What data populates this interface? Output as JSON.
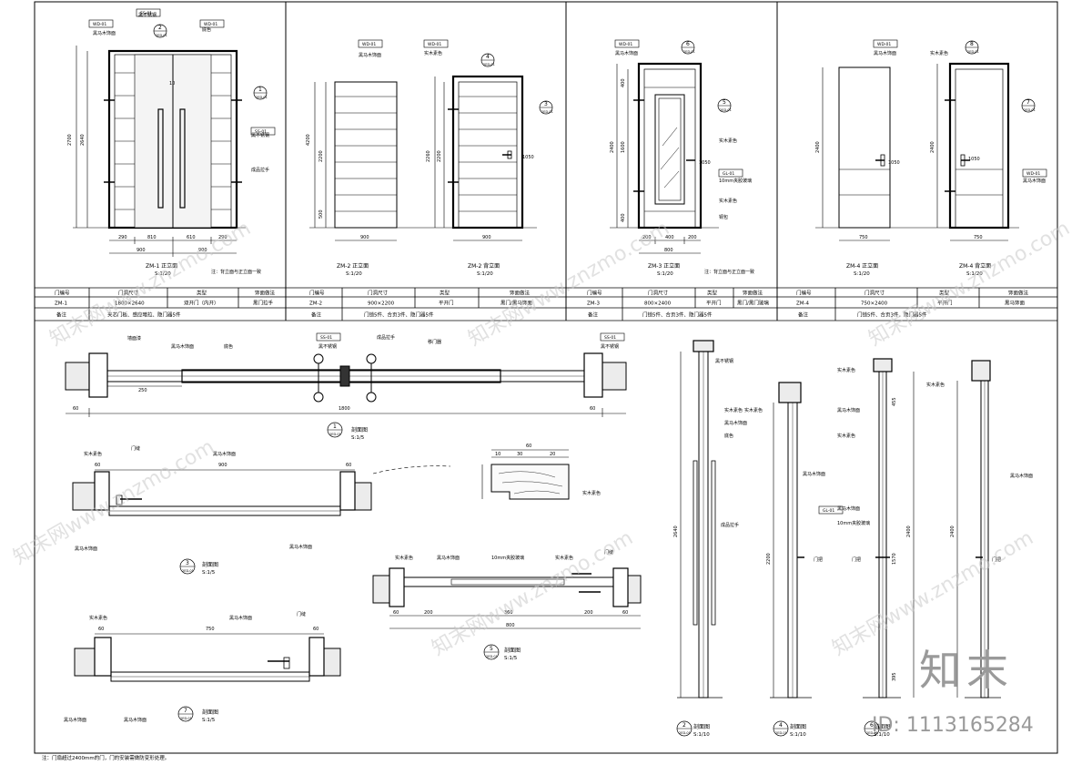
{
  "panels": {
    "zm1": {
      "title": "ZM-1 正立面",
      "scale": "S:1/20",
      "note": "注：背立面与正立面一致",
      "dims": {
        "h_total": "2700",
        "h_inner": "2640",
        "w_parts": [
          "290",
          "810",
          "610",
          "290"
        ],
        "w_total": "900",
        "w_total2": "900",
        "gap": "10"
      },
      "labels": {
        "a": "黑马木饰面",
        "b": "黑不锈钢",
        "c": "底色",
        "d": "黑不锈钢",
        "e": "成品拉手"
      }
    },
    "zm2": {
      "title": "ZM-2 正立面",
      "title_b": "ZM-2 背立面",
      "scale": "S:1/20",
      "dims": {
        "h1": "4200",
        "h2": "2200",
        "h3": "500",
        "h4": "2260",
        "h5": "2200",
        "w1": "900",
        "w2": "900",
        "handle": "1050"
      },
      "labels": {
        "a": "黑马木饰面",
        "b": "实木素色"
      }
    },
    "zm3": {
      "title": "ZM-3 正立面",
      "scale": "S:1/20",
      "note": "注：背立面与正立面一致",
      "dims": {
        "h1": "400",
        "h2": "1600",
        "h3": "400",
        "h_total": "2400",
        "w_parts": [
          "200",
          "400",
          "200"
        ],
        "w_total": "800",
        "handle": "1050"
      },
      "labels": {
        "a": "黑马木饰面",
        "b": "实木素色",
        "c": "10mm夹胶玻璃",
        "d": "实木素色",
        "e": "铜包"
      }
    },
    "zm4": {
      "title": "ZM-4 正立面",
      "title_b": "ZM-4 背立面",
      "scale": "S:1/20",
      "dims": {
        "h1": "2400",
        "h2": "2400",
        "w1": "750",
        "w2": "750",
        "handle": "1050",
        "handle2": "1050"
      },
      "labels": {
        "a": "黑马木饰面",
        "b": "实木素色",
        "c": "黑马木饰面"
      }
    }
  },
  "tags": {
    "wd": "WD-01",
    "ss": "SS-01",
    "gl": "GL-01",
    "ref": "2ED-01"
  },
  "markers": {
    "m1": "1",
    "m2": "2",
    "m3": "3",
    "m4": "4",
    "m5": "5",
    "m6": "6",
    "m7": "7",
    "m8": "8"
  },
  "table": {
    "headers": [
      "门编号",
      "门洞尺寸",
      "类型",
      "饰面做法"
    ],
    "note_label": "备注",
    "rows": [
      {
        "id": "ZM-1",
        "size": "1800×2640",
        "type": "双开门（内开）",
        "finish": "黑门拉手",
        "note": "夹芯门板、感应暗拉、隐门器5件"
      },
      {
        "id": "ZM-2",
        "size": "900×2200",
        "type": "平开门",
        "finish": "黑门/黑马饰面",
        "note": "门锁5件、合页3件、隐门器5件"
      },
      {
        "id": "ZM-3",
        "size": "800×2400",
        "type": "平开门",
        "finish": "黑门/黑门玻璃",
        "note": "门锁5件、合页3件、隐门器5件"
      },
      {
        "id": "ZM-4",
        "size": "750×2400",
        "type": "平开门",
        "finish": "黑马饰面",
        "note": "门锁5件、合页3件、隐门器5件"
      }
    ]
  },
  "sections": {
    "s1": {
      "title": "剖面图",
      "scale": "S:1/5",
      "dims": {
        "a": "60",
        "b": "1800",
        "c": "60",
        "d": "250"
      },
      "labels": {
        "a": "墙面漆",
        "b": "黑马木饰面",
        "c": "底色",
        "d": "黑不锈钢",
        "e": "成品拉手",
        "f": "移门器",
        "g": "黑不锈钢"
      }
    },
    "s3": {
      "title": "剖面图",
      "scale": "S:1/5",
      "dims": {
        "a": "60",
        "b": "900",
        "c": "60"
      },
      "labels": {
        "a": "实木素色",
        "b": "门缝",
        "c": "黑马木饰面",
        "d": "黑马木饰面",
        "e": "黑马木饰面"
      }
    },
    "detail": {
      "dims": {
        "a": "60",
        "b": "10",
        "c": "30",
        "d": "20"
      },
      "labels": {
        "a": "实木素色"
      }
    },
    "s5": {
      "title": "剖面图",
      "scale": "S:1/5",
      "dims": {
        "a": "60",
        "b": "200",
        "c": "360",
        "d": "200",
        "e": "60",
        "f": "800"
      },
      "labels": {
        "a": "实木素色",
        "b": "黑马木饰面",
        "c": "10mm夹胶玻璃",
        "d": "实木素色",
        "e": "门缝"
      }
    },
    "s7": {
      "title": "剖面图",
      "scale": "S:1/5",
      "dims": {
        "a": "60",
        "b": "750",
        "c": "60"
      },
      "labels": {
        "a": "实木素色",
        "b": "黑马木饰面",
        "c": "门缝",
        "d": "黑马木饰面",
        "e": "黑马木饰面"
      }
    },
    "v2": {
      "title": "剖面图",
      "scale": "S:1/10",
      "dims": {
        "h": "2640"
      },
      "labels": {
        "a": "黑不锈钢",
        "b": "实木素色",
        "c": "黑马木饰面",
        "d": "底色",
        "e": "成品拉手"
      }
    },
    "v4": {
      "title": "剖面图",
      "scale": "S:1/10",
      "dims": {
        "h": "2200"
      },
      "labels": {
        "a": "实木素色",
        "b": "黑马木饰面",
        "c": "门把"
      }
    },
    "v6": {
      "title": "剖面图",
      "scale": "S:1/10",
      "dims": {
        "a": "455",
        "b": "1570",
        "c": "395",
        "h": "2400"
      },
      "labels": {
        "a": "实木素色",
        "b": "黑马木饰面",
        "c": "实木素色",
        "d": "黑马木饰面",
        "e": "10mm夹胶玻璃",
        "f": "门把"
      }
    },
    "v8": {
      "title": "剖面图",
      "scale": "S:1/10",
      "dims": {
        "h": "2400"
      },
      "labels": {
        "a": "实木素色",
        "b": "黑马木饰面",
        "c": "门把"
      }
    }
  },
  "footnote": "注：门扇超过2400mm的门，门的安装需做防变形处理。",
  "watermark": {
    "text": "知末网www.znzmo.com",
    "brand": "知末",
    "id": "ID: 1113165284"
  }
}
